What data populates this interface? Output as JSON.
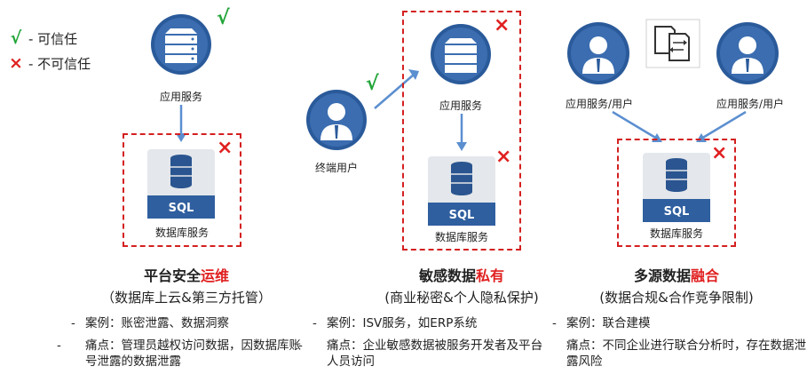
{
  "legend": {
    "trusted": "- 可信任",
    "untrusted": "- 不可信任"
  },
  "panels": [
    {
      "app_label": "应用服务",
      "db_label": "数据库服务",
      "db_badge": "SQL",
      "title_main": "平台安全",
      "title_highlight": "运维",
      "subtitle": "（数据库上云&第三方托管）",
      "bullets": [
        "案例：账密泄露、数据洞察",
        "痛点：管理员越权访问数据，因数据库账号泄露的数据泄露"
      ]
    },
    {
      "user_label": "终端用户",
      "app_label": "应用服务",
      "db_label": "数据库服务",
      "db_badge": "SQL",
      "title_main": "敏感数据",
      "title_highlight": "私有",
      "subtitle": "(商业秘密&个人隐私保护)",
      "bullets": [
        "案例：ISV服务，如ERP系统",
        "痛点：企业敏感数据被服务开发者及平台人员访问"
      ]
    },
    {
      "user1_label": "应用服务/用户",
      "user2_label": "应用服务/用户",
      "db_label": "数据库服务",
      "db_badge": "SQL",
      "title_main": "多源数据",
      "title_highlight": "融合",
      "subtitle": "(数据合规&合作竞争限制)",
      "bullets": [
        "案例：联合建模",
        "痛点：不同企业进行联合分析时，存在数据泄露风险"
      ]
    }
  ],
  "colors": {
    "trusted": "#22a538",
    "untrusted": "#e02020",
    "icon_blue": "#1f4e8c",
    "db_gray": "#d9dde3"
  },
  "icons": [
    "check-icon",
    "cross-icon",
    "server-icon",
    "database-icon",
    "user-icon",
    "document-exchange-icon"
  ]
}
